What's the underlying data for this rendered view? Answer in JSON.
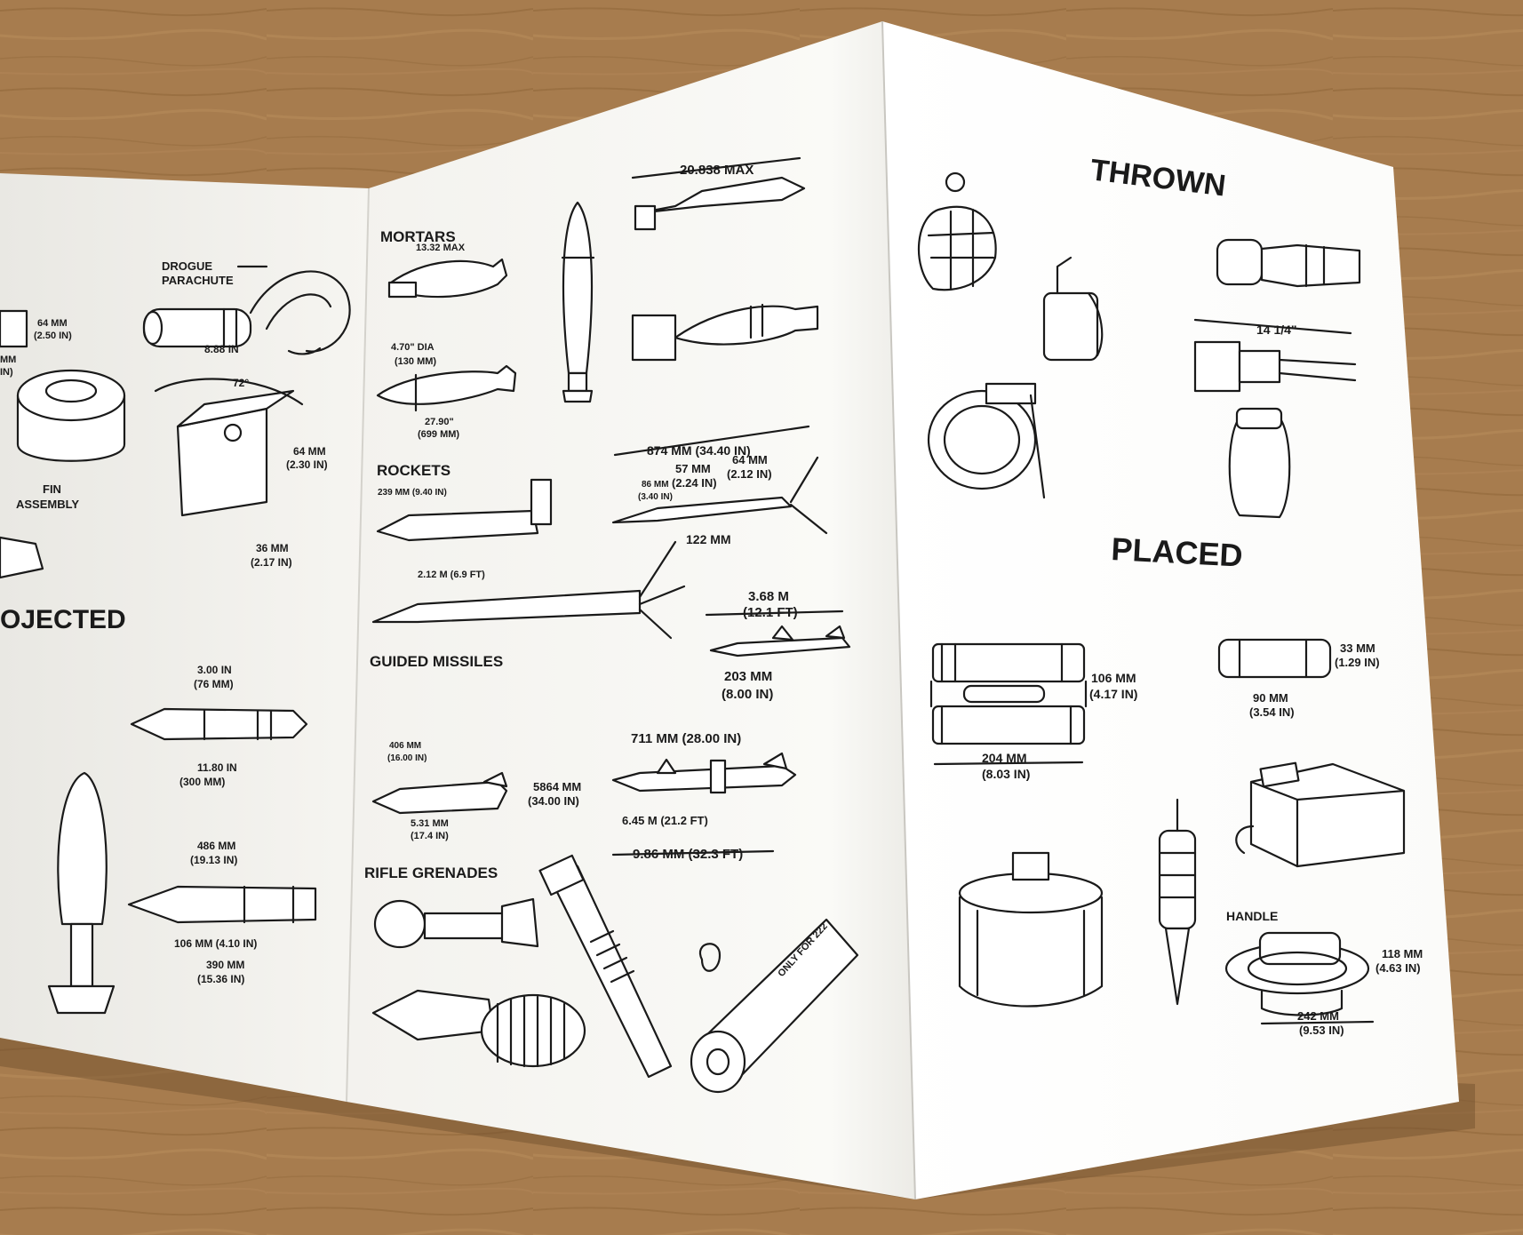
{
  "panel_left": {
    "heading": "OJECTED",
    "labels": [
      "DROGUE",
      "PARACHUTE",
      "8.88 IN",
      "64 MM",
      "(2.50 IN)",
      "MM",
      "IN)",
      "72°",
      "64 MM",
      "(2.30 IN)",
      "FIN",
      "ASSEMBLY",
      "36 MM",
      "(2.17 IN)",
      "3.00 IN",
      "(76 MM)",
      "11.80 IN",
      "(300 MM)",
      "486 MM",
      "(19.13 IN)",
      "106 MM (4.10 IN)",
      "390 MM",
      "(15.36 IN)"
    ]
  },
  "panel_middle": {
    "sections": [
      "MORTARS",
      "ROCKETS",
      "GUIDED MISSILES",
      "RIFLE GRENADES"
    ],
    "labels": [
      "13.32 MAX",
      "20.838 MAX",
      "4.70\" DIA",
      "(130 MM)",
      "27.90\"",
      "(699 MM)",
      "239 MM (9.40 IN)",
      "2.12 M (6.9 FT)",
      "874 MM (34.40 IN)",
      "86 MM",
      "(3.40 IN)",
      "57 MM",
      "(2.24 IN)",
      "64 MM",
      "(2.12 IN)",
      "122 MM",
      "3.68 M",
      "(12.1 FT)",
      "203 MM",
      "(8.00 IN)",
      "406 MM",
      "(16.00 IN)",
      "5864 MM",
      "(34.00 IN)",
      "5.31 MM",
      "(17.4 IN)",
      "711 MM (28.00 IN)",
      "6.45 M (21.2 FT)",
      "9.86 MM (32.3 FT)",
      "ONLY FOR 222"
    ]
  },
  "panel_right": {
    "heading_top": "THROWN",
    "heading_bottom": "PLACED",
    "labels": [
      "14 1/4\"",
      "106 MM",
      "(4.17 IN)",
      "204 MM",
      "(8.03 IN)",
      "33 MM",
      "(1.29 IN)",
      "90 MM",
      "(3.54 IN)",
      "HANDLE",
      "118 MM",
      "(4.63 IN)",
      "242 MM",
      "(9.53 IN)"
    ]
  },
  "colors": {
    "table": "#a77c4e",
    "paper_left": "#f4f3ef",
    "paper_middle": "#f7f6f2",
    "paper_right": "#ffffff",
    "ink": "#1a1a1a"
  }
}
